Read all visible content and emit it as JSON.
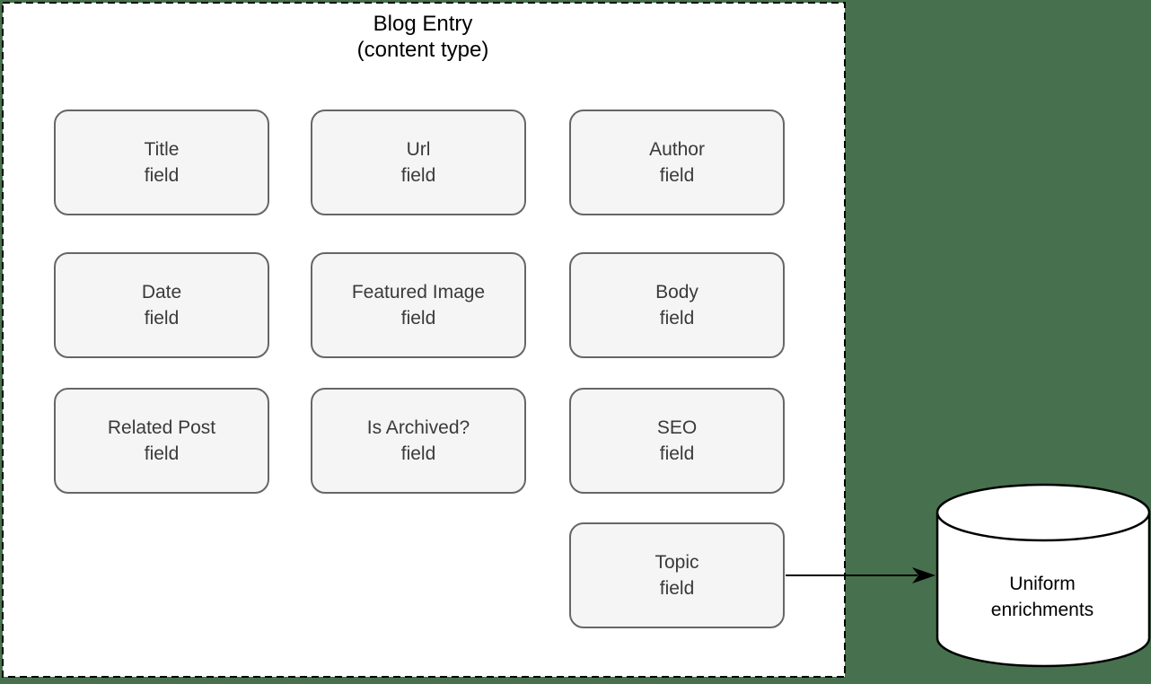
{
  "diagram": {
    "container": {
      "title_line1": "Blog Entry",
      "title_line2": "(content type)"
    },
    "fields": [
      {
        "label": "Title",
        "sublabel": "field"
      },
      {
        "label": "Url",
        "sublabel": "field"
      },
      {
        "label": "Author",
        "sublabel": "field"
      },
      {
        "label": "Date",
        "sublabel": "field"
      },
      {
        "label": "Featured Image",
        "sublabel": "field"
      },
      {
        "label": "Body",
        "sublabel": "field"
      },
      {
        "label": "Related Post",
        "sublabel": "field"
      },
      {
        "label": "Is Archived?",
        "sublabel": "field"
      },
      {
        "label": "SEO",
        "sublabel": "field"
      },
      {
        "label": "Topic",
        "sublabel": "field"
      }
    ],
    "database": {
      "label_line1": "Uniform",
      "label_line2": "enrichments"
    },
    "colors": {
      "background_green": "#47714E",
      "container_fill": "#FFFFFF",
      "container_border": "#000000",
      "field_box_fill": "#F5F5F5",
      "field_box_border": "#666666",
      "field_box_text": "#3A3A3A",
      "arrow": "#000000",
      "cylinder_fill": "#FFFFFF",
      "cylinder_border": "#000000"
    }
  }
}
